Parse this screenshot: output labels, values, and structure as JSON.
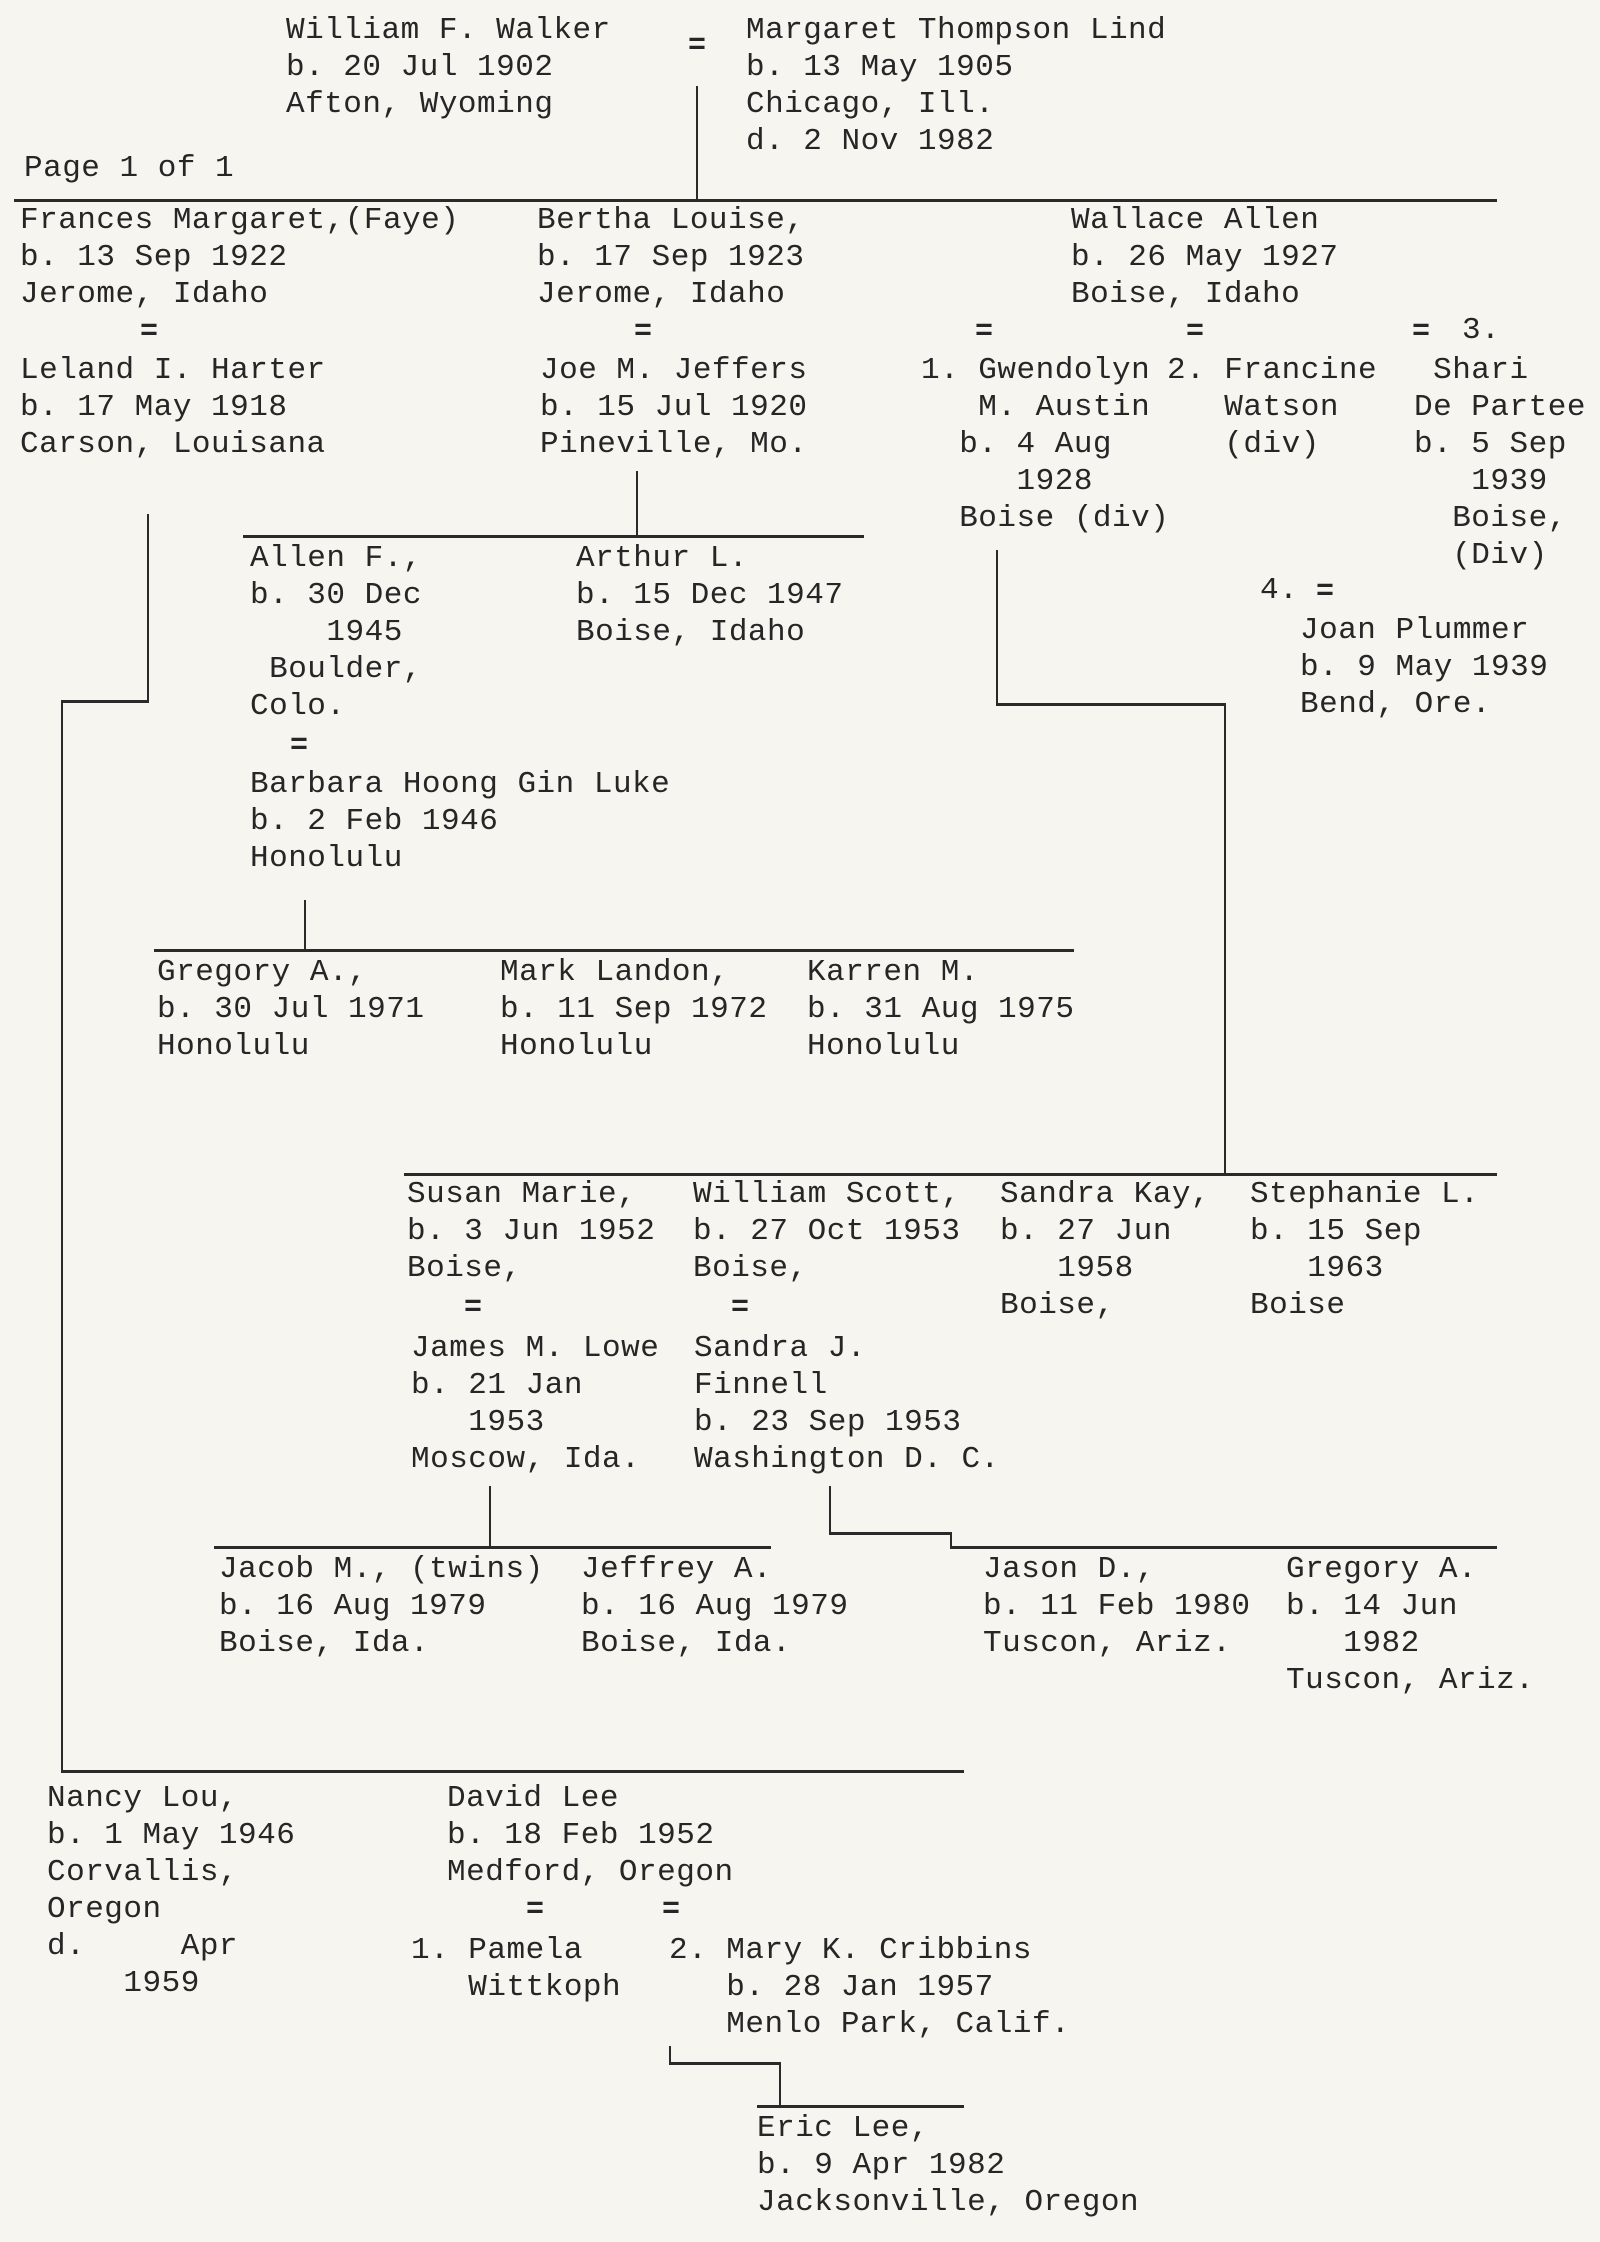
{
  "page_label": "Page 1 of 1",
  "marriage_symbol": "=",
  "people": {
    "william_f": "William F. Walker\nb. 20 Jul 1902\nAfton, Wyoming",
    "margaret": "Margaret Thompson Lind\nb. 13 May 1905\nChicago, Ill.\nd. 2 Nov 1982",
    "frances": "Frances Margaret,(Faye)\nb. 13 Sep 1922\nJerome, Idaho",
    "bertha": "Bertha Louise,\nb. 17 Sep 1923\nJerome, Idaho",
    "wallace": "Wallace Allen\nb. 26 May 1927\nBoise, Idaho",
    "leland": "Leland I. Harter\nb. 17 May 1918\nCarson, Louisana",
    "joe": "Joe M. Jeffers\nb. 15 Jul 1920\nPineville, Mo.",
    "gwendolyn": "1. Gwendolyn\n   M. Austin\n  b. 4 Aug\n     1928\n  Boise (div)",
    "francine": "2. Francine\n   Watson\n   (div)",
    "shari_num": "3.",
    "shari": " Shari\nDe Partee\nb. 5 Sep\n   1939\n  Boise,\n  (Div)",
    "joan_num": "4.",
    "joan": "Joan Plummer\nb. 9 May 1939\nBend, Ore.",
    "allen": "Allen F.,\nb. 30 Dec\n    1945\n Boulder,\nColo.",
    "arthur": "Arthur L.\nb. 15 Dec 1947\nBoise, Idaho",
    "barbara": "Barbara Hoong Gin Luke\nb. 2 Feb 1946\nHonolulu",
    "gregory_1971": "Gregory A.,\nb. 30 Jul 1971\nHonolulu",
    "mark": "Mark Landon,\nb. 11 Sep 1972\nHonolulu",
    "karren": "Karren M.\nb. 31 Aug 1975\nHonolulu",
    "susan": "Susan Marie,\nb. 3 Jun 1952\nBoise,",
    "william_scott": "William Scott,\nb. 27 Oct 1953\nBoise,",
    "sandra_kay": "Sandra Kay,\nb. 27 Jun\n   1958\nBoise,",
    "stephanie": "Stephanie L.\nb. 15 Sep\n   1963\nBoise",
    "james": "James M. Lowe\nb. 21 Jan\n   1953\nMoscow, Ida.",
    "sandra_j": "Sandra J.\nFinnell\nb. 23 Sep 1953\nWashington D. C.",
    "jacob": "Jacob M., (twins)\nb. 16 Aug 1979\nBoise, Ida.",
    "jeffrey": "Jeffrey A.\nb. 16 Aug 1979\nBoise, Ida.",
    "jason": "Jason D.,\nb. 11 Feb 1980\nTuscon, Ariz.",
    "gregory_1982": "Gregory A.\nb. 14 Jun\n   1982\nTuscon, Ariz.",
    "nancy": "Nancy Lou,\nb. 1 May 1946\nCorvallis,\nOregon\nd.     Apr\n    1959",
    "david": "David Lee\nb. 18 Feb 1952\nMedford, Oregon",
    "pamela": "1. Pamela\n   Wittkoph",
    "mary": "2. Mary K. Cribbins\n   b. 28 Jan 1957\n   Menlo Park, Calif.",
    "eric": "Eric Lee,\nb. 9 Apr 1982\nJacksonville, Oregon"
  }
}
